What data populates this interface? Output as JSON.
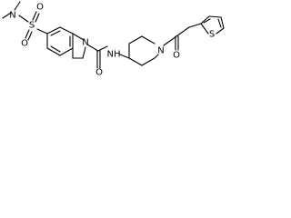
{
  "molecule": {
    "atoms": {
      "n_dimethyl": "N",
      "sulfur_sulfonyl": "S",
      "oxygen_sulfonyl_top": "O",
      "oxygen_sulfonyl_bottom": "O",
      "n_indoline": "N",
      "oxygen_urea": "O",
      "nh_amide": "NH",
      "n_piperidine": "N",
      "oxygen_acyl": "O",
      "sulfur_thiophene": "S"
    }
  }
}
